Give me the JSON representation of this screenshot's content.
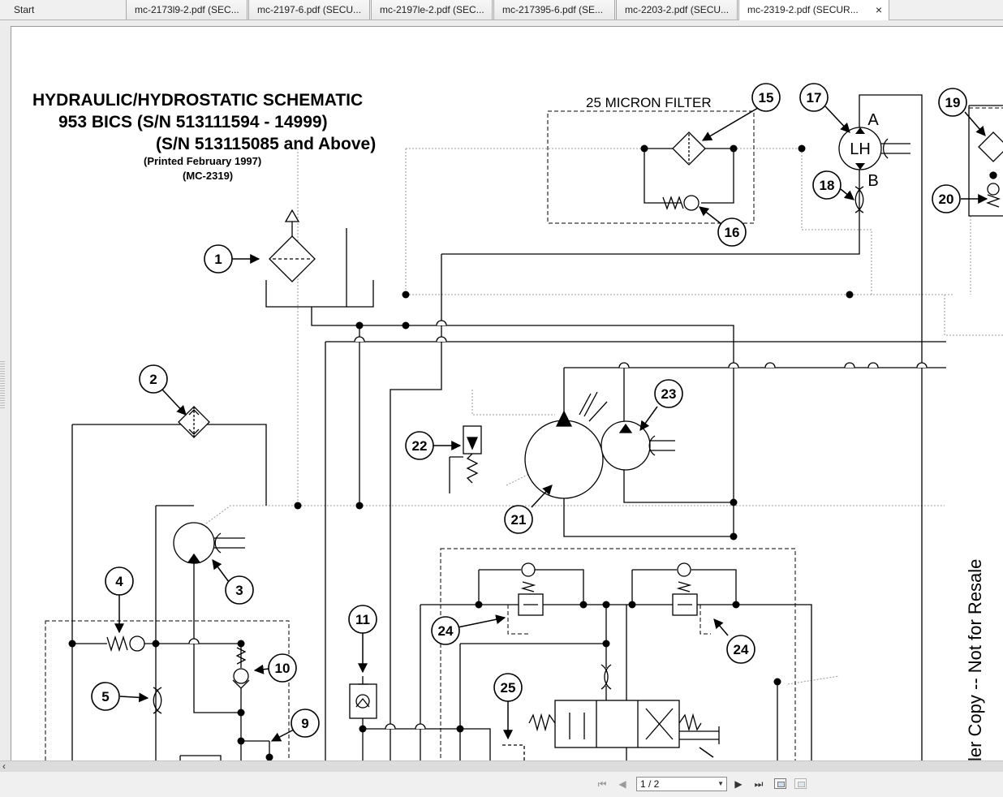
{
  "tabs": [
    {
      "label": "Start",
      "active": false
    },
    {
      "label": "mc-2173l9-2.pdf (SEC...",
      "active": false
    },
    {
      "label": "mc-2197-6.pdf (SECU...",
      "active": false
    },
    {
      "label": "mc-2197le-2.pdf (SEC...",
      "active": false
    },
    {
      "label": "mc-217395-6.pdf (SE...",
      "active": false
    },
    {
      "label": "mc-2203-2.pdf (SECU...",
      "active": false
    },
    {
      "label": "mc-2319-2.pdf (SECUR...",
      "active": true
    }
  ],
  "close_glyph": "×",
  "document": {
    "title_line1": "HYDRAULIC/HYDROSTATIC SCHEMATIC",
    "title_line2": "953 BICS    (S/N 513111594 - 14999)",
    "title_line3": "(S/N 513115085 and Above)",
    "printed": "(Printed February 1997)",
    "doc_code": "(MC-2319)",
    "filter_label": "25 MICRON FILTER",
    "motor_label": "LH",
    "port_a": "A",
    "port_b": "B",
    "watermark": "ler Copy -- Not for Resale",
    "callouts": [
      "1",
      "2",
      "3",
      "4",
      "5",
      "9",
      "10",
      "11",
      "15",
      "16",
      "17",
      "18",
      "19",
      "20",
      "21",
      "22",
      "23",
      "24",
      "24",
      "25"
    ]
  },
  "navigation": {
    "page_indicator": "1 / 2",
    "first_icon": "first-page-icon",
    "prev_icon": "prev-page-icon",
    "next_icon": "next-page-icon",
    "last_icon": "last-page-icon"
  }
}
